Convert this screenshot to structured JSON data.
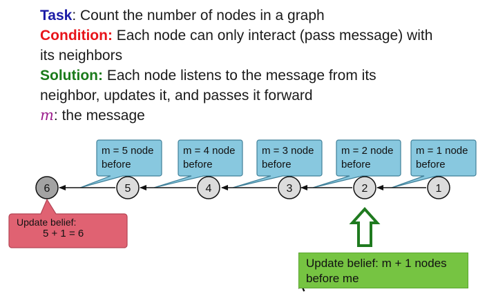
{
  "task": {
    "label": "Task",
    "text": ": Count the number of nodes in a graph"
  },
  "condition": {
    "label": "Condition:",
    "text1": " Each node can only interact (pass message) with",
    "text2": "its neighbors"
  },
  "solution": {
    "label": "Solution:",
    "text1": " Each node listens to the message from its",
    "text2": "neighbor, updates it, and passes it forward"
  },
  "message": {
    "symbol": "m",
    "text": ": the message"
  },
  "nodes": [
    "6",
    "5",
    "4",
    "3",
    "2",
    "1"
  ],
  "bubbles": [
    {
      "line1": "m = 5 node",
      "line2": "before"
    },
    {
      "line1": "m = 4 node",
      "line2": "before"
    },
    {
      "line1": "m = 3 node",
      "line2": "before"
    },
    {
      "line1": "m = 2 node",
      "line2": "before"
    },
    {
      "line1": "m = 1 node",
      "line2": "before"
    }
  ],
  "red_callout": {
    "title": "Update belief:",
    "expr": "5 + 1 = 6"
  },
  "green_box": {
    "line1": "Update belief: m + 1 nodes",
    "line2": "before me"
  },
  "colors": {
    "task": "#1a1aa6",
    "condition": "#e8141a",
    "solution": "#1a7a1a",
    "message_symbol": "#9b1c8c",
    "bubble_fill": "#88c8df",
    "red_callout_fill": "#e06272",
    "green_box_fill": "#76c442",
    "green_arrow": "#1f7a1f"
  }
}
